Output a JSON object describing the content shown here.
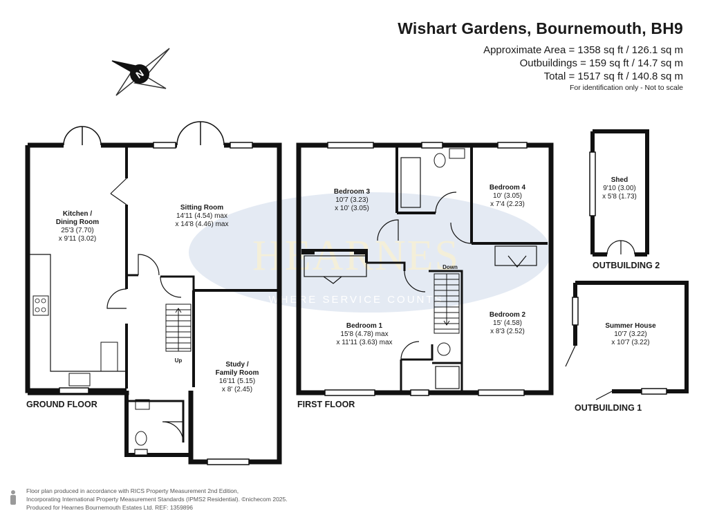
{
  "header": {
    "title": "Wishart Gardens, Bournemouth, BH9",
    "approx_area": "Approximate Area = 1358 sq ft / 126.1 sq m",
    "outbuildings_area": "Outbuildings = 159 sq ft / 14.7 sq m",
    "total_area": "Total = 1517 sq ft / 140.8 sq m",
    "disclaimer": "For identification only - Not to scale"
  },
  "compass": {
    "label": "N"
  },
  "watermark": {
    "brand": "HEARNES",
    "tagline": "WHERE SERVICE COUNTS"
  },
  "floors": {
    "ground": "GROUND FLOOR",
    "first": "FIRST FLOOR",
    "outbuilding_1": "OUTBUILDING 1",
    "outbuilding_2": "OUTBUILDING 2"
  },
  "rooms": {
    "kitchen": {
      "name_1": "Kitchen /",
      "name_2": "Dining Room",
      "dim_1": "25'3 (7.70)",
      "dim_2": "x 9'11 (3.02)"
    },
    "sitting": {
      "name_1": "Sitting Room",
      "dim_1": "14'11 (4.54) max",
      "dim_2": "x 14'8 (4.46) max"
    },
    "study": {
      "name_1": "Study /",
      "name_2": "Family Room",
      "dim_1": "16'11 (5.15)",
      "dim_2": "x 8' (2.45)"
    },
    "bedroom3": {
      "name_1": "Bedroom 3",
      "dim_1": "10'7 (3.23)",
      "dim_2": "x 10' (3.05)"
    },
    "bedroom4": {
      "name_1": "Bedroom 4",
      "dim_1": "10' (3.05)",
      "dim_2": "x 7'4 (2.23)"
    },
    "bedroom1": {
      "name_1": "Bedroom 1",
      "dim_1": "15'8 (4.78) max",
      "dim_2": "x 11'11 (3.63) max"
    },
    "bedroom2": {
      "name_1": "Bedroom 2",
      "dim_1": "15' (4.58)",
      "dim_2": "x 8'3 (2.52)"
    },
    "shed": {
      "name_1": "Shed",
      "dim_1": "9'10 (3.00)",
      "dim_2": "x 5'8 (1.73)"
    },
    "summer": {
      "name_1": "Summer House",
      "dim_1": "10'7 (3.22)",
      "dim_2": "x 10'7 (3.22)"
    }
  },
  "stairs": {
    "up": "Up",
    "down": "Down"
  },
  "footer": {
    "line1": "Floor plan produced in accordance with RICS Property Measurement 2nd Edition,",
    "line2": "Incorporating International Property Measurement Standards (IPMS2 Residential).  ©nichecom 2025.",
    "line3": "Produced for Hearnes Bournemouth Estates Ltd.   REF: 1359896"
  }
}
